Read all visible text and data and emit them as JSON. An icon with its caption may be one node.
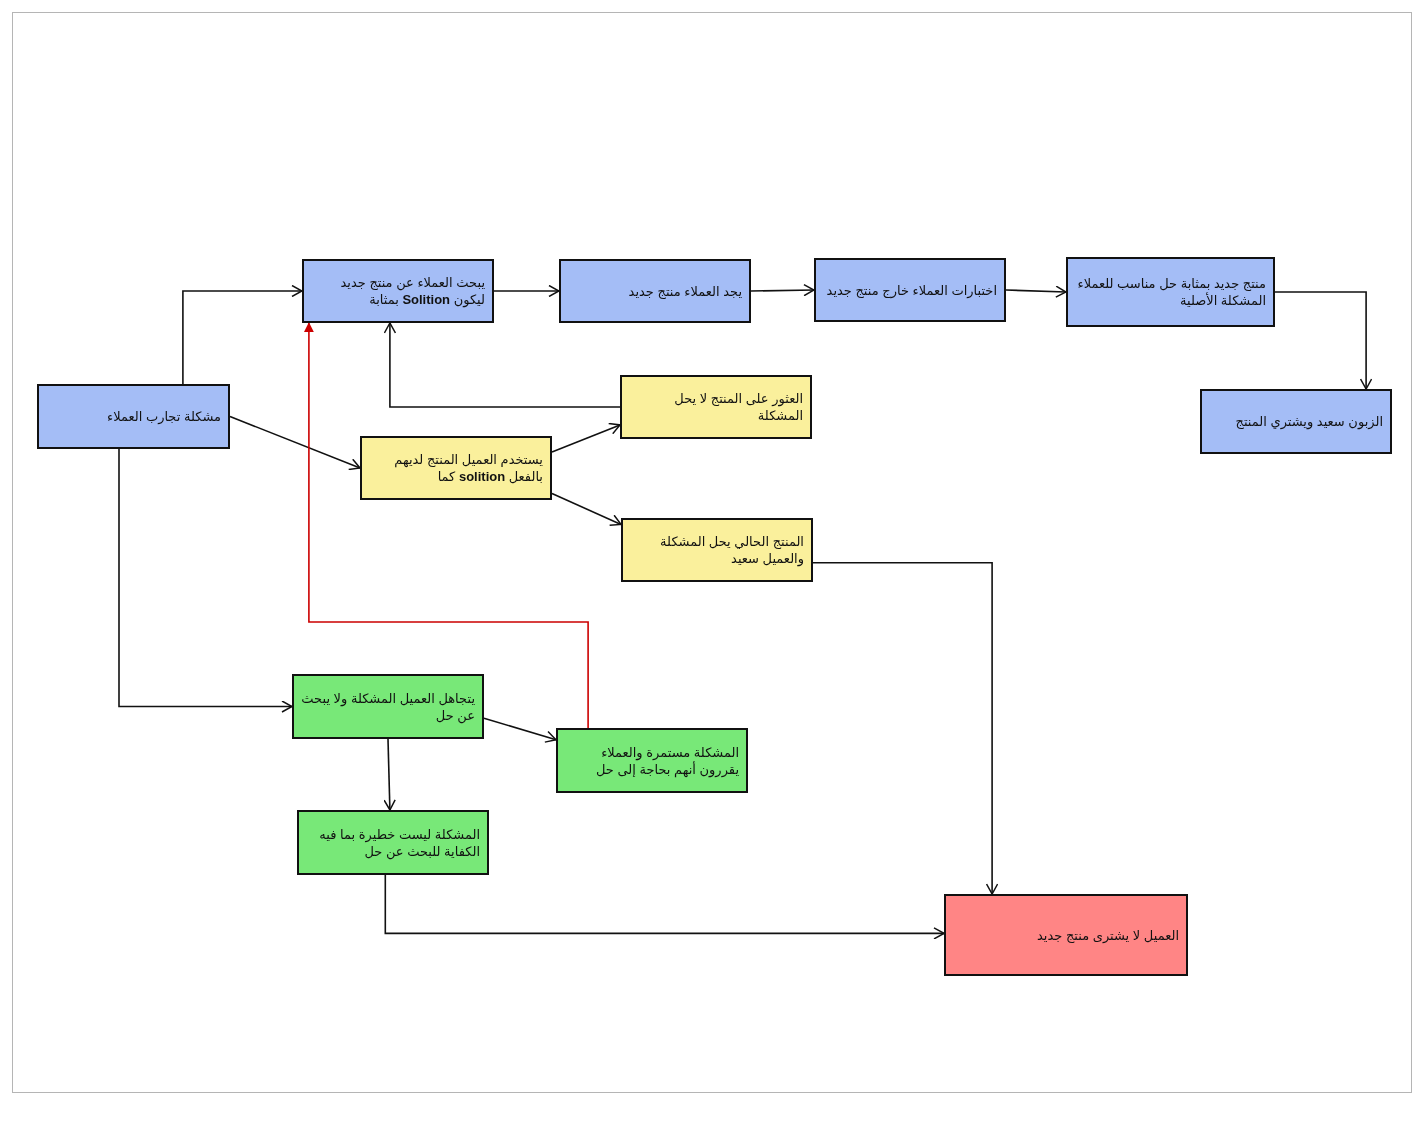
{
  "diagram": {
    "nodes": [
      {
        "text": [
          "مشكلة تجارب العملاء"
        ]
      },
      {
        "text": [
          "يبحث العملاء عن منتج جديد ليكون **Solition** بمثابة"
        ]
      },
      {
        "text": [
          "يجد العملاء منتج جديد"
        ]
      },
      {
        "text": [
          "اختبارات العملاء خارج منتج جديد"
        ]
      },
      {
        "text": [
          "منتج جديد بمثابة حل مناسب للعملاء المشكلة الأصلية"
        ]
      },
      {
        "text": [
          "الزبون سعيد ويشتري المنتج"
        ]
      },
      {
        "text": [
          "يستخدم العميل المنتج لديهم بالفعل **solition** كما"
        ]
      },
      {
        "text": [
          "العثور على المنتج لا يحل المشكلة"
        ]
      },
      {
        "text": [
          "المنتج الحالي يحل المشكلة والعميل سعيد"
        ]
      },
      {
        "text": [
          "يتجاهل العميل المشكلة ولا يبحث عن حل"
        ]
      },
      {
        "text": [
          "المشكلة مستمرة والعملاء يقررون أنهم بحاجة إلى حل"
        ]
      },
      {
        "text": [
          "المشكلة ليست خطيرة بما فيه الكفاية للبحث عن حل"
        ]
      },
      {
        "text": [
          "العميل لا يشترى منتج جديد"
        ]
      }
    ],
    "edges": [
      {
        "from": 0,
        "to": 1,
        "arrow": "to"
      },
      {
        "from": 1,
        "to": 2,
        "arrow": "to"
      },
      {
        "from": 2,
        "to": 3,
        "arrow": "to"
      },
      {
        "from": 3,
        "to": 4,
        "arrow": "to"
      },
      {
        "from": 4,
        "to": 5,
        "arrow": "to"
      },
      {
        "from": 0,
        "to": 6,
        "arrow": "to"
      },
      {
        "from": 6,
        "to": 7,
        "arrow": "to"
      },
      {
        "from": 6,
        "to": 8,
        "arrow": "to"
      },
      {
        "from": 7,
        "to": 1,
        "arrow": "to"
      },
      {
        "from": 0,
        "to": 9,
        "arrow": "to"
      },
      {
        "from": 9,
        "to": 10,
        "arrow": "to"
      },
      {
        "from": 9,
        "to": 11,
        "arrow": "to"
      },
      {
        "from": 10,
        "to": 1,
        "arrow": "to",
        "color": "#cc0000"
      },
      {
        "from": 8,
        "to": 12,
        "arrow": "to"
      },
      {
        "from": 11,
        "to": 12,
        "arrow": "to"
      }
    ]
  }
}
